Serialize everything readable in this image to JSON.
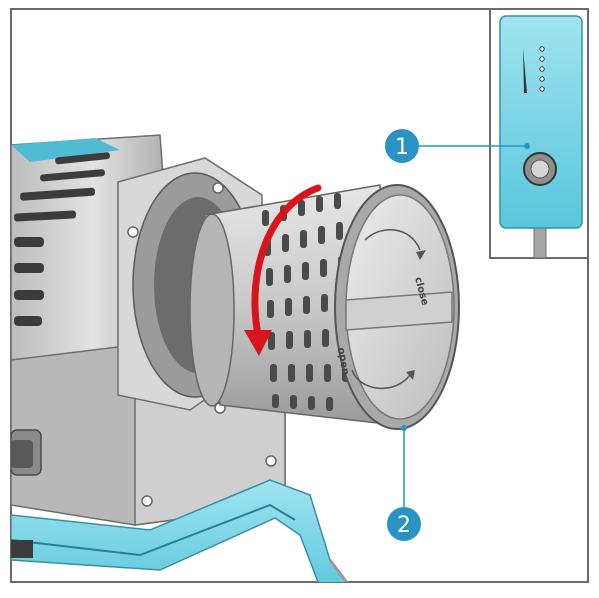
{
  "callouts": [
    {
      "number": "1",
      "target": "switch-button"
    },
    {
      "number": "2",
      "target": "strainer-cap"
    }
  ],
  "cap_labels": {
    "close": "close",
    "open": "open"
  },
  "inset": {
    "indicator_dots": 5
  },
  "colors": {
    "callout_fill": "#2b93c4",
    "callout_text": "#ffffff",
    "leader_line": "#2b93c4",
    "rotation_arrow": "#d9141c",
    "housing_accent": "#6fd3e6",
    "metal": "#c8c8c8",
    "frame_border": "#6b6b6b"
  }
}
